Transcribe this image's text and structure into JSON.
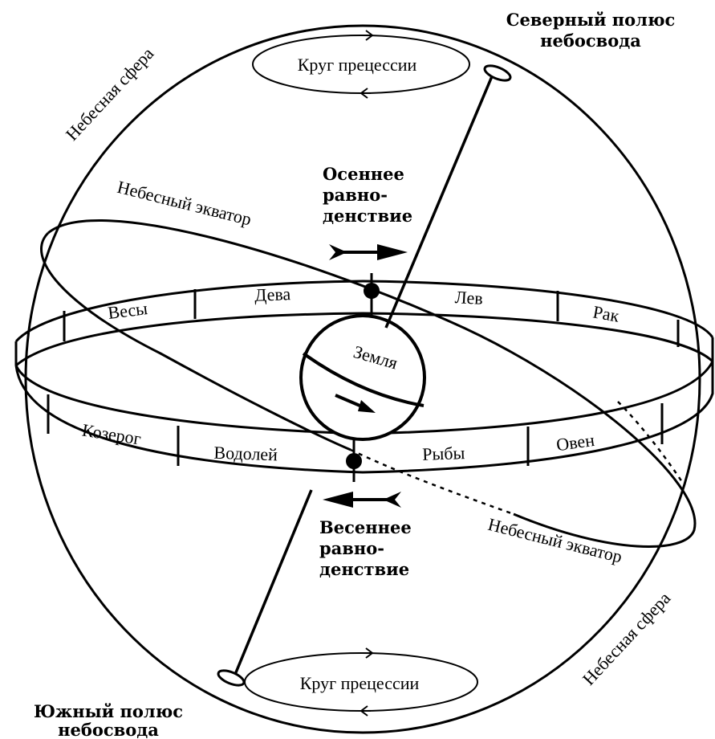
{
  "labels": {
    "celestial_sphere_top": "Небесная сфера",
    "celestial_sphere_bottom": "Небесная сфера",
    "north_pole_line1": "Северный полюс",
    "north_pole_line2": "небосвода",
    "south_pole_line1": "Южный полюс",
    "south_pole_line2": "небосвода",
    "precession_top": "Круг прецессии",
    "precession_bottom": "Круг прецессии",
    "celestial_equator_top": "Небесный экватор",
    "celestial_equator_bottom": "Небесный экватор",
    "autumn_line1": "Осеннее",
    "autumn_line2": "равно-",
    "autumn_line3": "денствие",
    "spring_line1": "Весеннее",
    "spring_line2": "равно-",
    "spring_line3": "денствие",
    "earth": "Земля"
  },
  "zodiac": {
    "back": [
      "Весы",
      "Дева",
      "Лев",
      "Рак"
    ],
    "front": [
      "Козерог",
      "Водолей",
      "Рыбы",
      "Овен"
    ]
  }
}
